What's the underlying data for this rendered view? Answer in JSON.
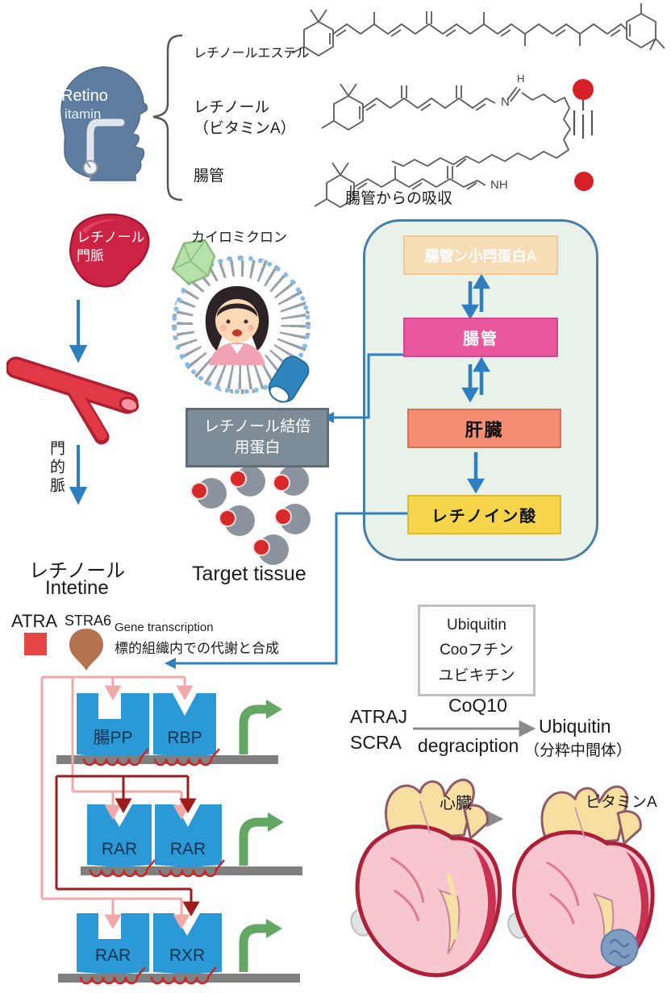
{
  "head_icon": {
    "line1": "Retino",
    "line2": "itamin"
  },
  "brace_labels": {
    "item1": "レチノールエステル",
    "item2_line1": "レチノール",
    "item2_line2": "（ビタミンA）",
    "item3": "腸管"
  },
  "absorption_caption": "腸管からの吸収",
  "chem": {
    "n": "N",
    "h": "H",
    "nh": "NH"
  },
  "left_flow": {
    "liver_line1": "レチノール",
    "liver_line2": "門脈",
    "portal_vertical": "門的脈",
    "retinol_line1": "レチノール",
    "retinol_line2": "Intetine"
  },
  "chylomicron": {
    "label": "カイロミクロン"
  },
  "panel_boxes": {
    "box1": "腸管ン小閂蛋白A",
    "box2": "腸管",
    "box3": "肝臓",
    "box4": "レチノイン酸"
  },
  "rbp_box": {
    "line1": "レチノール結倍",
    "line2": "用蛋白"
  },
  "target_tissue_label": "Target tissue",
  "legend": {
    "atra": "ATRA",
    "stra6": "STRA6",
    "gene_transcription": "Gene transcription",
    "metabolism": "標的組織内での代謝と合成"
  },
  "transcription_rows": [
    {
      "left": "腸PP",
      "right": "RBP"
    },
    {
      "left": "RAR",
      "right": "RAR"
    },
    {
      "left": "RAR",
      "right": "RXR"
    }
  ],
  "ubiquitin_box": {
    "line1": "Ubiquitin",
    "line2": "Cooフチン",
    "line3": "ユビキチン"
  },
  "degradation": {
    "left_line1": "ATRAJ",
    "left_line2": "SCRA",
    "above_arrow": "CoQ10",
    "below_arrow": "degraciption",
    "right_line1": "Ubiquitin",
    "right_line2": "（分粋中間体）"
  },
  "hearts": {
    "arrow_label": "心臓",
    "output_label": "ビタミンA"
  },
  "colors": {
    "panel_border": "#4a7fa5",
    "panel_bg": "#e9f2e9",
    "arrow_blue": "#2e7fc0",
    "box_protein_a": "#f7ddb6",
    "box_intestine": "#e9579e",
    "box_liver_node": "#f58d72",
    "box_retinoic": "#f6d54b",
    "rbp_gray": "#7e8c97",
    "receptor_blue": "#2a99d6",
    "green_arrow": "#62a862",
    "dna_red": "#d42222",
    "pink_line": "#f2a8a8",
    "dark_red_line": "#9e1b1b",
    "atra_red": "#e84545",
    "stra6_brown": "#b4724f",
    "liver_red": "#cc2244",
    "vessel_red": "#e13945",
    "lollipop_red": "#d42127"
  }
}
